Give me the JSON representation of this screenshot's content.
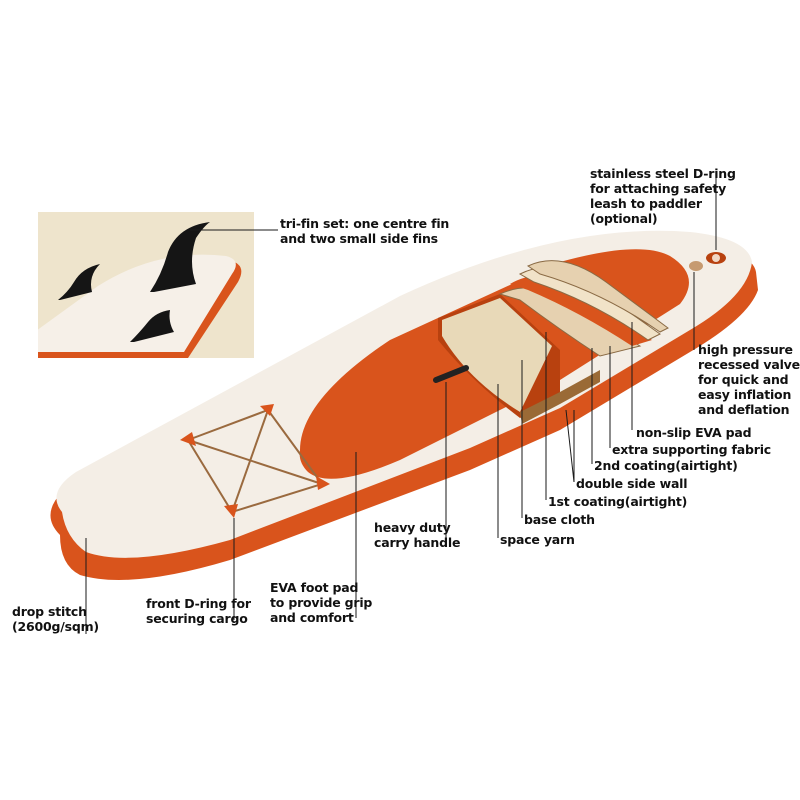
{
  "labels": {
    "dring_rear": "stainless steel D-ring\nfor attaching safety\nleash to paddler\n(optional)",
    "fins": "tri-fin set: one centre fin\nand two small side fins",
    "valve": "high pressure\nrecessed valve\nfor quick and\neasy inflation\nand deflation",
    "eva_pad": "non-slip EVA pad",
    "fabric": "extra supporting fabric",
    "coating2": "2nd coating(airtight)",
    "side_wall": "double side wall",
    "coating1": "1st coating(airtight)",
    "base_cloth": "base cloth",
    "space_yarn": "space yarn",
    "handle": "heavy duty\ncarry handle",
    "foot_pad": "EVA foot pad\nto provide grip\nand comfort",
    "front_dring": "front D-ring for\nsecuring cargo",
    "drop_stitch": "drop stitch\n(2600g/sqm)"
  },
  "colors": {
    "orange": "#d9541c",
    "orange_dark": "#b8410f",
    "deck": "#f4eee6",
    "fin": "#151515",
    "inset_bg": "#eee4cc",
    "leader": "#1a1a1a"
  }
}
